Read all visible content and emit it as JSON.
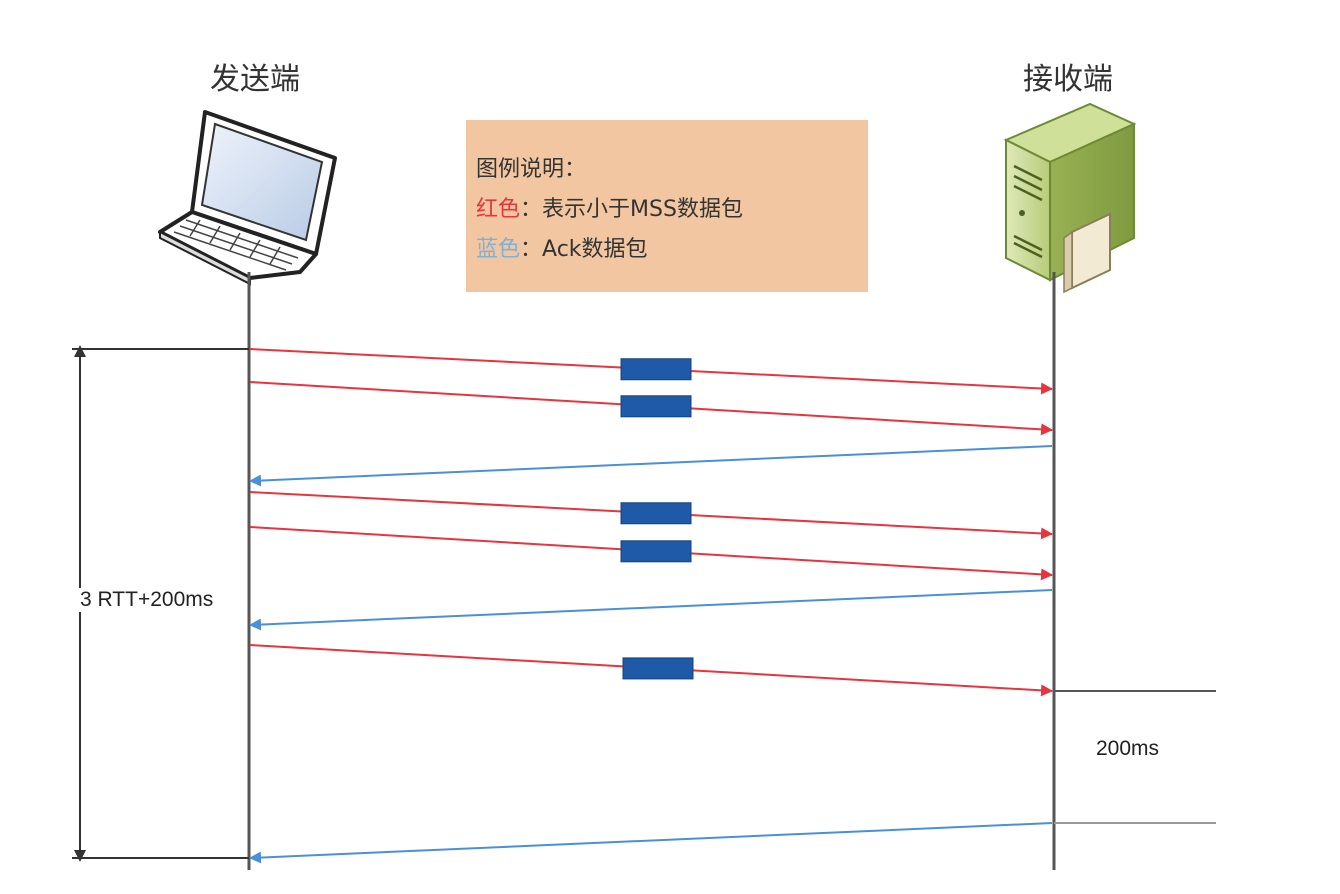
{
  "sender": {
    "label": "发送端",
    "icon": "laptop-icon"
  },
  "receiver": {
    "label": "接收端",
    "icon": "server-icon"
  },
  "legend": {
    "title": "图例说明：",
    "red_key": "红色",
    "red_sep": "：",
    "red_desc": "表示小于MSS数据包",
    "blue_key": "蓝色",
    "blue_sep": "：",
    "blue_desc": "Ack数据包",
    "background": "#f2c6a0"
  },
  "colors": {
    "data_packet_arrow": "#e8343c",
    "ack_arrow": "#4a90d9",
    "packet_block": "#1f5aa8",
    "lifeline": "#555555"
  },
  "messages": [
    {
      "kind": "data",
      "from": "sender",
      "to": "receiver",
      "has_packet": true
    },
    {
      "kind": "data",
      "from": "sender",
      "to": "receiver",
      "has_packet": true
    },
    {
      "kind": "ack",
      "from": "receiver",
      "to": "sender",
      "has_packet": false
    },
    {
      "kind": "data",
      "from": "sender",
      "to": "receiver",
      "has_packet": true
    },
    {
      "kind": "data",
      "from": "sender",
      "to": "receiver",
      "has_packet": true
    },
    {
      "kind": "ack",
      "from": "receiver",
      "to": "sender",
      "has_packet": false
    },
    {
      "kind": "data",
      "from": "sender",
      "to": "receiver",
      "has_packet": true
    },
    {
      "kind": "ack",
      "from": "receiver",
      "to": "sender",
      "has_packet": false
    }
  ],
  "total_time_label": "3 RTT+200ms",
  "delay_label": "200ms"
}
